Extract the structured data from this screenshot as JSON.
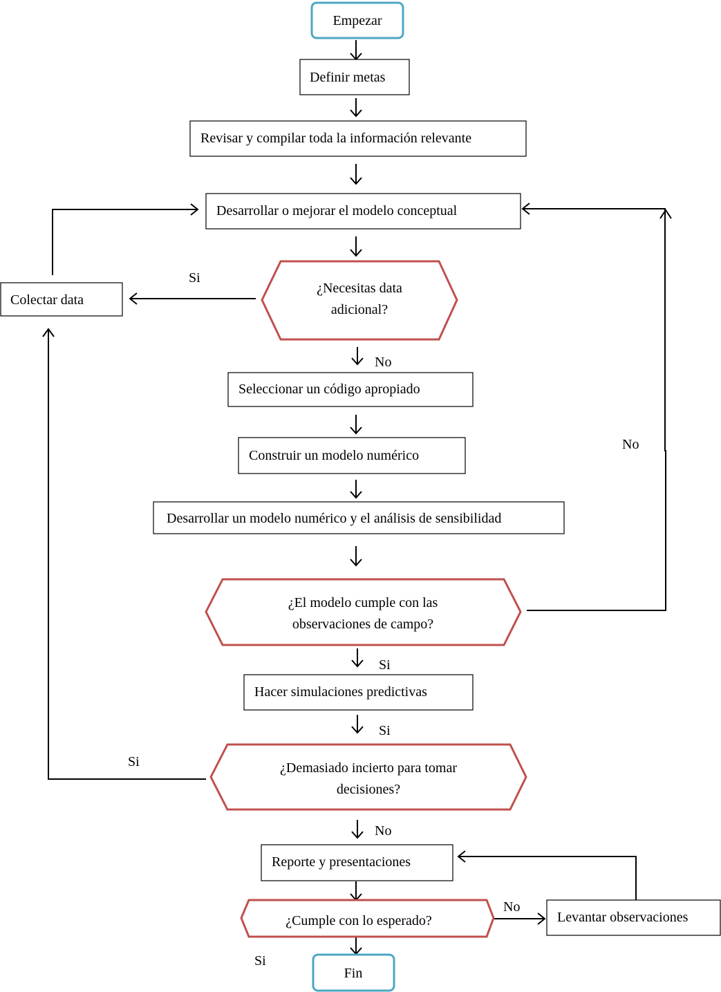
{
  "colors": {
    "terminal_border": "#4ba7c3",
    "decision_border": "#c0504d",
    "line": "#000000"
  },
  "nodes": {
    "start": "Empezar",
    "define_goals": "Definir metas",
    "review_info": "Revisar y compilar toda la información relevante",
    "conceptual_model": "Desarrollar o mejorar el modelo conceptual",
    "need_data": [
      "¿Necesitas data",
      "adicional?"
    ],
    "collect_data": "Colectar data",
    "select_code": "Seleccionar un código apropiado",
    "build_model": "Construir un modelo numérico",
    "develop_model": "Desarrollar un modelo numérico y el análisis de sensibilidad",
    "model_matches": [
      "¿El modelo cumple con las",
      "observaciones de campo?"
    ],
    "predictive": "Hacer simulaciones predictivas",
    "too_uncertain": [
      "¿Demasiado incierto para tomar",
      "decisiones?"
    ],
    "report": "Reporte y presentaciones",
    "meets_expected": "¿Cumple con lo esperado?",
    "address_obs": "Levantar observaciones",
    "end": "Fin"
  },
  "edge_labels": {
    "need_data_yes": "Si",
    "need_data_no": "No",
    "model_no": "No",
    "model_yes": "Si",
    "predictive_yes": "Si",
    "uncertain_yes": "Si",
    "uncertain_no": "No",
    "expected_no": "No",
    "expected_yes": "Si"
  }
}
